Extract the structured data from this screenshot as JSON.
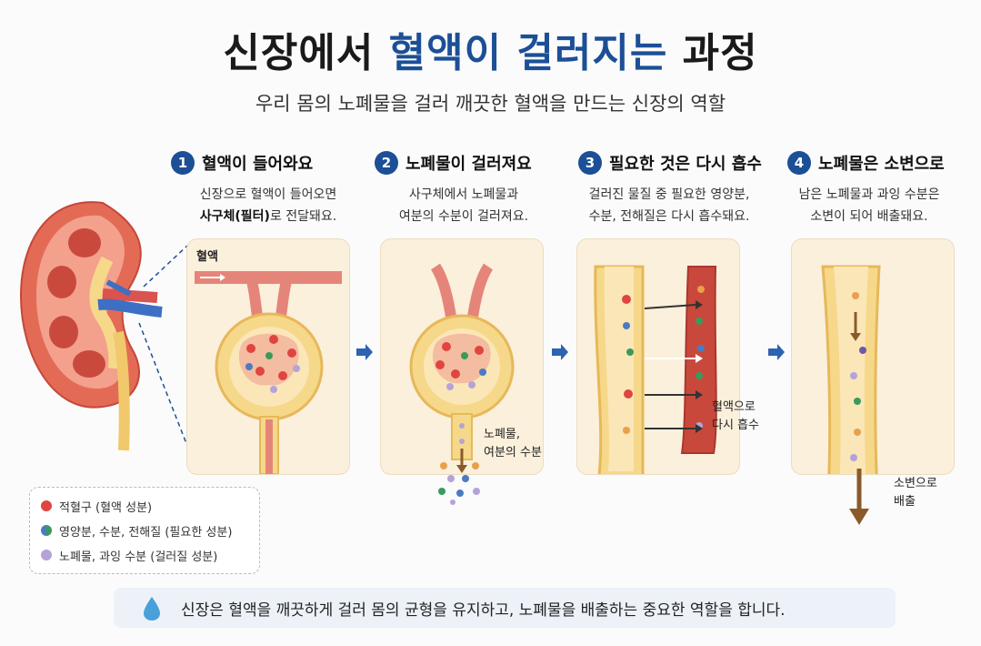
{
  "header": {
    "title_part1": "신장에서 ",
    "title_highlight": "혈액이 걸러지는",
    "title_part2": " 과정",
    "subtitle": "우리 몸의 노폐물을 걸러 깨끗한 혈액을 만드는 신장의 역할"
  },
  "steps": [
    {
      "num": "1",
      "title": "혈액이 들어와요",
      "desc_line1": "신장으로 혈액이 들어오면",
      "desc_bold": "사구체(필터)",
      "desc_line2_rest": "로 전달돼요."
    },
    {
      "num": "2",
      "title": "노폐물이 걸러져요",
      "desc_line1": "사구체에서 노폐물과",
      "desc_line2": "여분의 수분이 걸러져요."
    },
    {
      "num": "3",
      "title": "필요한 것은 다시 흡수",
      "desc_line1": "걸러진 물질 중 필요한 영양분,",
      "desc_line2": "수분, 전해질은 다시 흡수돼요."
    },
    {
      "num": "4",
      "title": "노폐물은 소변으로",
      "desc_line1": "남은 노폐물과 과잉 수분은",
      "desc_line2": "소변이 되어 배출돼요."
    }
  ],
  "figure_labels": {
    "blood": "혈액",
    "waste_line1": "노폐물,",
    "waste_line2": "여분의 수분",
    "reabsorb_line1": "혈액으로",
    "reabsorb_line2": "다시 흡수",
    "urine_line1": "소변으로",
    "urine_line2": "배출"
  },
  "legend": [
    {
      "label": "적혈구 (혈액 성분)",
      "color": "#e0453f"
    },
    {
      "label": "영양분, 수분, 전해질 (필요한 성분)",
      "color": "#3a9a5b"
    },
    {
      "label": "노폐물, 과잉 수분 (걸러질 성분)",
      "color": "#b3a3d9"
    }
  ],
  "footer": {
    "icon": "water-drop-icon",
    "text": "신장은 혈액을 깨끗하게 걸러 몸의 균형을 유지하고, 노폐물을 배출하는 중요한 역할을 합니다."
  },
  "colors": {
    "accent": "#1c4f96",
    "blood": "#d9534f",
    "tubule": "#f6d88a",
    "vein": "#3d6fc4"
  }
}
